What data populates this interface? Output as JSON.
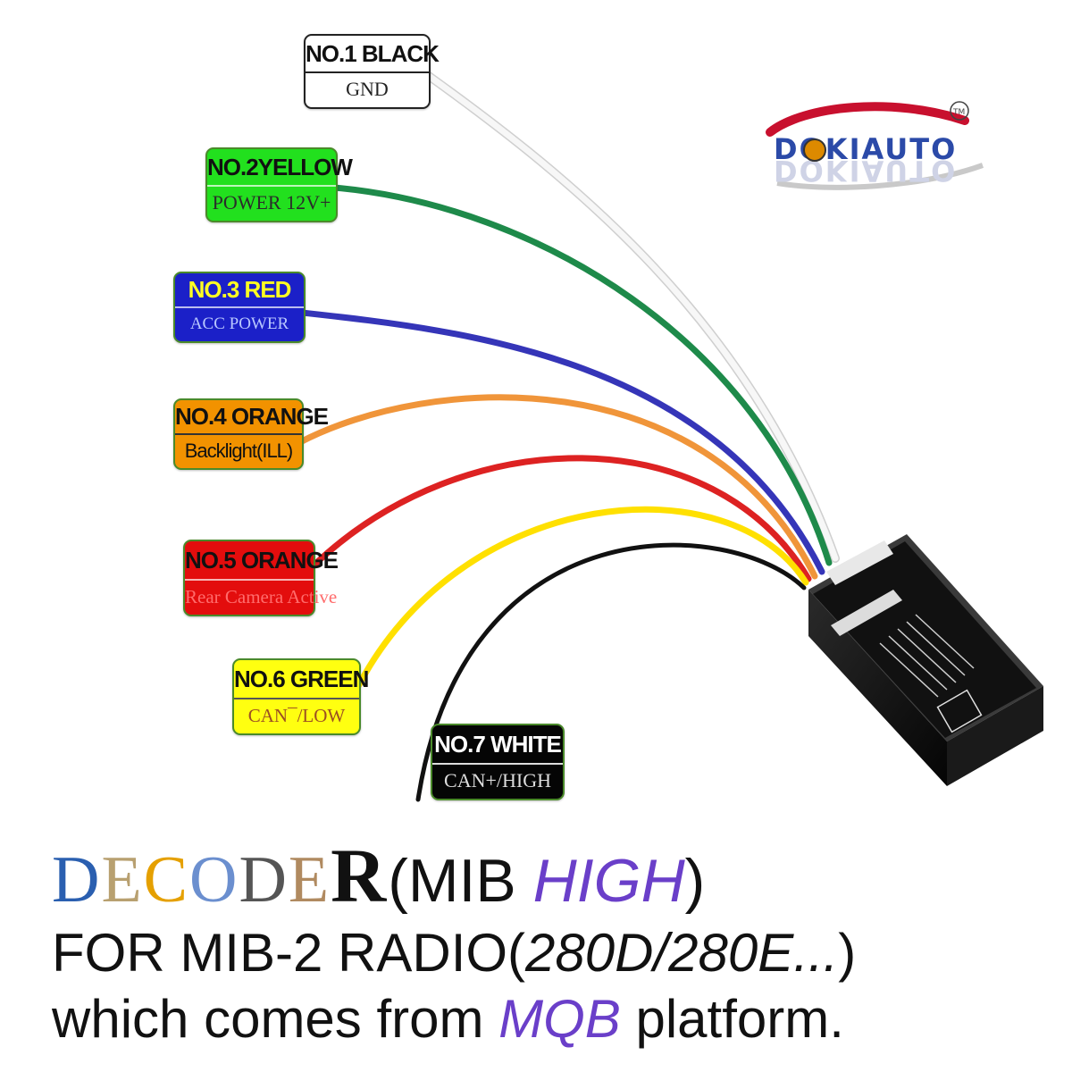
{
  "brand": {
    "logo_text": "DOKIAUTO",
    "trademark": "TM"
  },
  "wires": [
    {
      "number": "NO.7 WHITE",
      "function": "CAN+/HIGH",
      "color": "#f2f2f2"
    },
    {
      "number": "NO.6 GREEN",
      "function": "CAN¯/LOW",
      "color": "#1e8a4a"
    },
    {
      "number": "NO.5 ORANGE",
      "function": "Rear Camera Active",
      "color": "#3535b8"
    },
    {
      "number": "NO.4 ORANGE",
      "function": "Backlight(ILL)",
      "color": "#f0953a"
    },
    {
      "number": "NO.3 RED",
      "function": "ACC POWER",
      "color": "#dd2222"
    },
    {
      "number": "NO.2YELLOW",
      "function": "POWER 12V+",
      "color": "#ffe000"
    },
    {
      "number": "NO.1 BLACK",
      "function": "GND",
      "color": "#111111"
    }
  ],
  "caption": {
    "line1_title_letters": [
      "D",
      "E",
      "C",
      "O",
      "D",
      "E",
      "R"
    ],
    "line1_title_colors": [
      "#2a5fb0",
      "#b8a070",
      "#e5a000",
      "#6b8fcf",
      "#555555",
      "#b08a60",
      "#111111"
    ],
    "line1_paren_open": "(MIB ",
    "line1_accent": "HIGH",
    "line1_paren_close": ")",
    "line2_prefix": "FOR MIB-2 RADIO(",
    "line2_models": "280D/280E...",
    "line2_suffix": ")",
    "line3_prefix": "which comes from ",
    "line3_accent": "MQB",
    "line3_suffix": " platform."
  }
}
